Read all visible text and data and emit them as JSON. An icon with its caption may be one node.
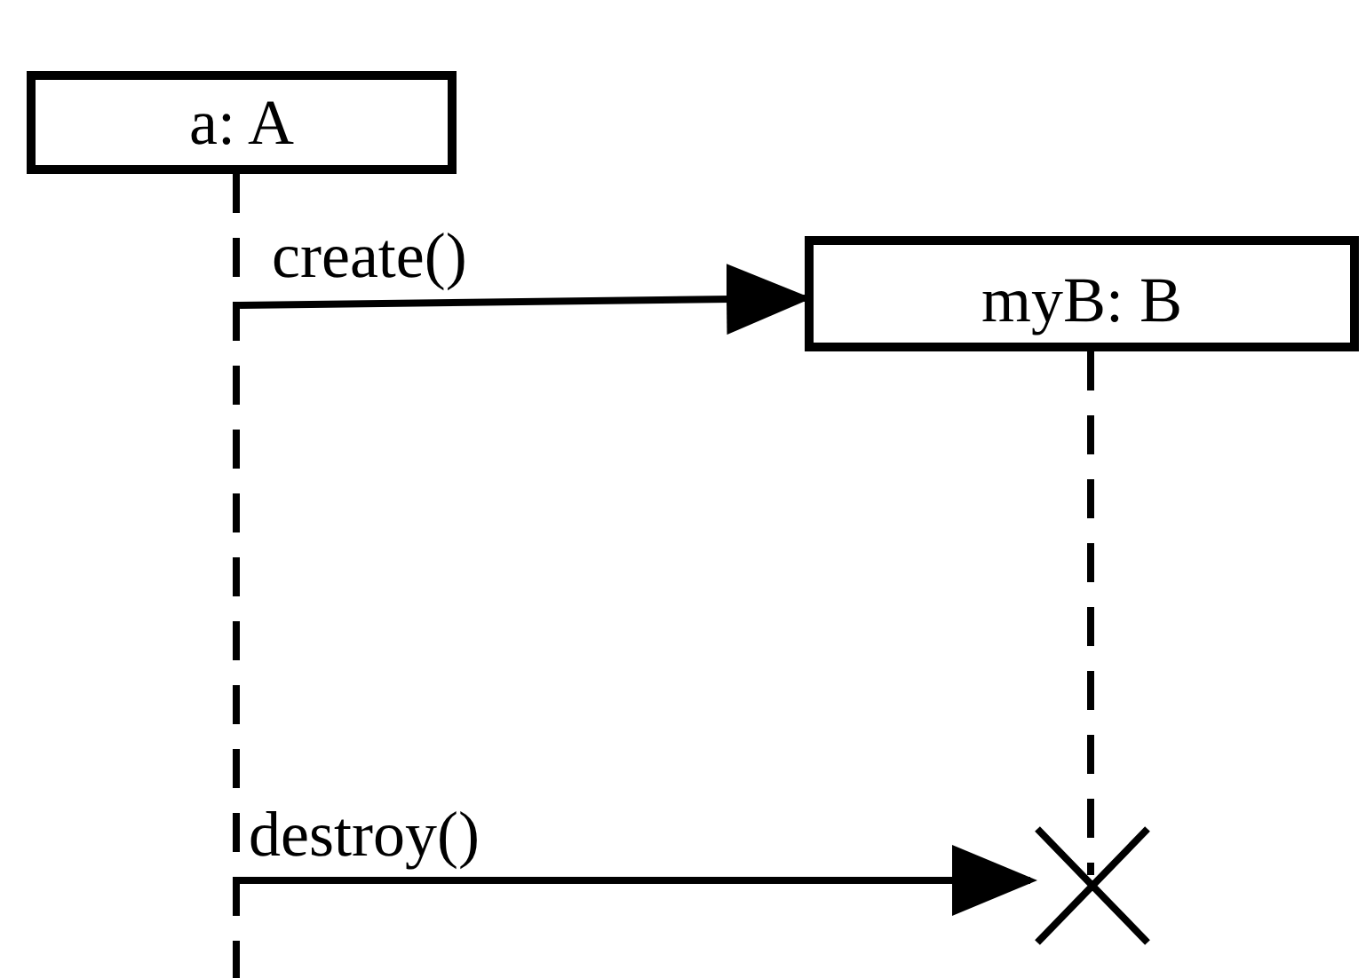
{
  "diagram": {
    "nodes": [
      {
        "text": [
          "a: A"
        ]
      },
      {
        "text": [
          "myB: B"
        ]
      },
      {
        "text": [],
        "shape": "cross"
      }
    ],
    "edges": [
      {
        "from": 0,
        "to": 1,
        "arrow": "to",
        "label": "create()"
      },
      {
        "from": 0,
        "to": 2,
        "arrow": "to",
        "label": "destroy()"
      },
      {
        "from": 1,
        "to": 2,
        "arrow": "none",
        "style": "dashed"
      }
    ]
  }
}
